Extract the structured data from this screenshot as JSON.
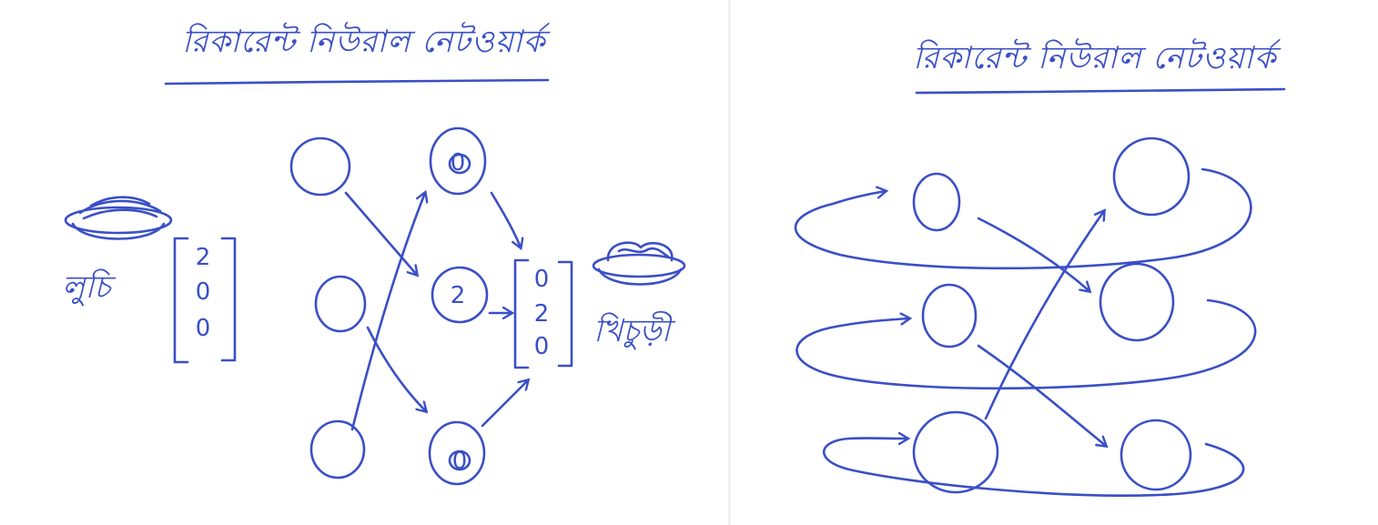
{
  "colors": {
    "ink": "#3a4fc6",
    "paper": "#ffffff"
  },
  "left": {
    "title": "রিকারেন্ট নিউরাল নেটওয়ার্ক",
    "input_label": "লুচি",
    "output_label": "খিচুড়ী",
    "input_vector": [
      "2",
      "0",
      "0"
    ],
    "output_vector": [
      "0",
      "2",
      "0"
    ],
    "hidden_node_digits": [
      "0",
      "2",
      "0"
    ],
    "input_icon": "plate-of-luchi-icon",
    "output_icon": "plate-of-khichuri-icon"
  },
  "right": {
    "title": "রিকারেন্ট নিউরাল নেটওয়ার্ক"
  }
}
